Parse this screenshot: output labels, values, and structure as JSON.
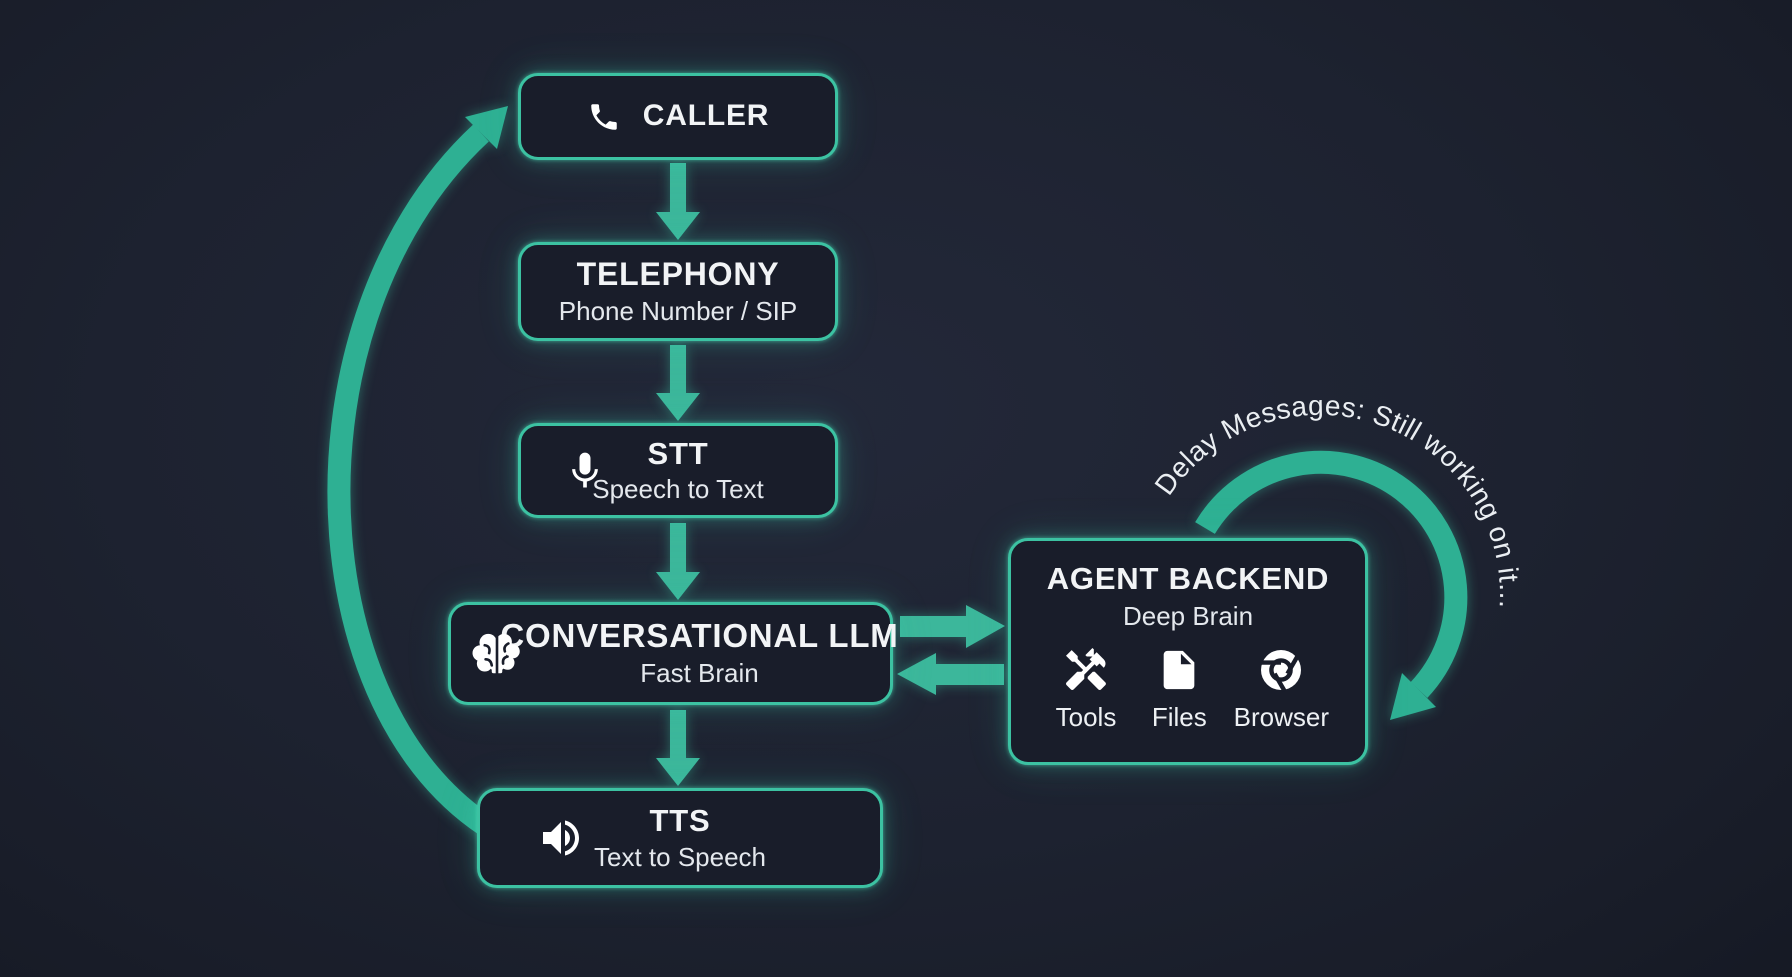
{
  "diagram": {
    "nodes": {
      "caller": {
        "title": "CALLER",
        "icon": "phone-icon"
      },
      "telephony": {
        "title": "TELEPHONY",
        "subtitle": "Phone Number / SIP"
      },
      "stt": {
        "title": "STT",
        "subtitle": "Speech to Text",
        "icon": "microphone-icon"
      },
      "conversational_llm": {
        "title": "CONVERSATIONAL LLM",
        "subtitle": "Fast Brain",
        "icon": "brain-icon"
      },
      "tts": {
        "title": "TTS",
        "subtitle": "Text to Speech",
        "icon": "speaker-icon"
      },
      "agent_backend": {
        "title": "AGENT BACKEND",
        "subtitle": "Deep Brain",
        "items": [
          {
            "label": "Tools",
            "icon": "tools-icon"
          },
          {
            "label": "Files",
            "icon": "file-icon"
          },
          {
            "label": "Browser",
            "icon": "browser-icon"
          }
        ]
      }
    },
    "annotations": {
      "delay_loop_label": "Delay Messages: Still working on it..."
    },
    "colors": {
      "background": "#1d2230",
      "node_fill": "#191d2a",
      "accent_border": "#3cc2a2",
      "arrow": "#3cb79b",
      "loop_arrow": "#2eb093",
      "text_primary": "#f2f4f6"
    }
  }
}
